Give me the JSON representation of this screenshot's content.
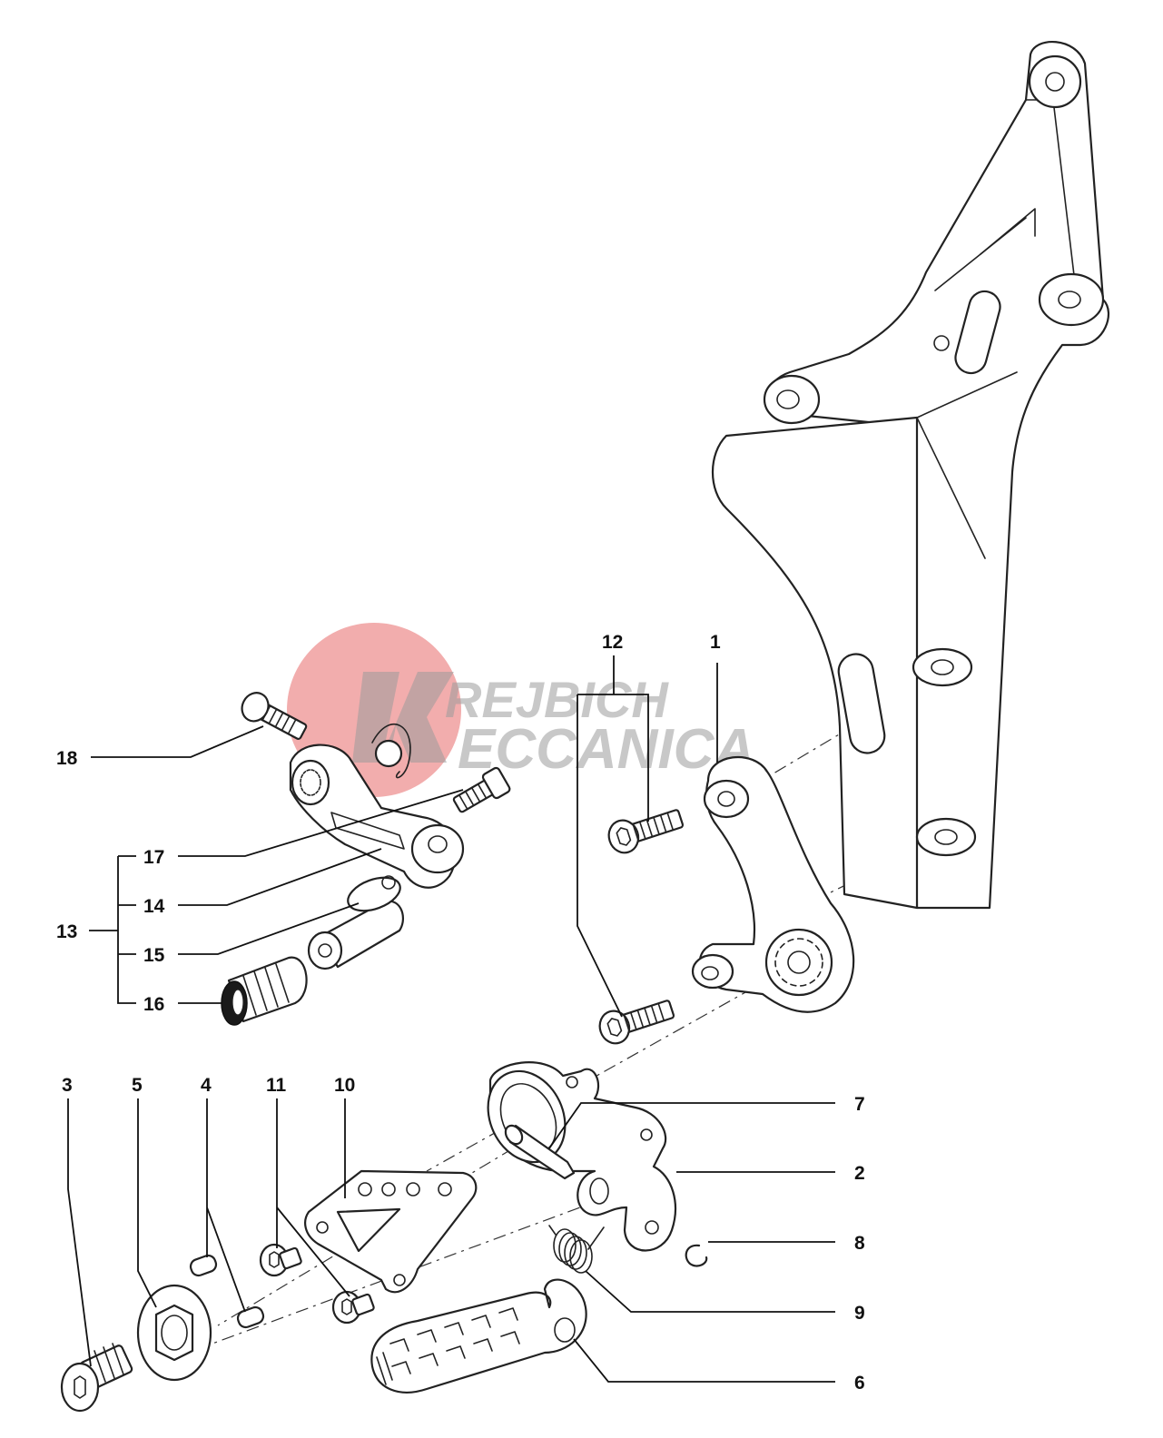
{
  "watermark": {
    "line1": "REJBICH",
    "line2": "ECCANICA",
    "circle_color": "#e86a6a",
    "mark_color": "#9a9a9a"
  },
  "callouts": {
    "c1": "1",
    "c2": "2",
    "c3": "3",
    "c4": "4",
    "c5": "5",
    "c6": "6",
    "c7": "7",
    "c8": "8",
    "c9": "9",
    "c10": "10",
    "c11": "11",
    "c12": "12",
    "c13": "13",
    "c14": "14",
    "c15": "15",
    "c16": "16",
    "c17": "17",
    "c18": "18"
  }
}
